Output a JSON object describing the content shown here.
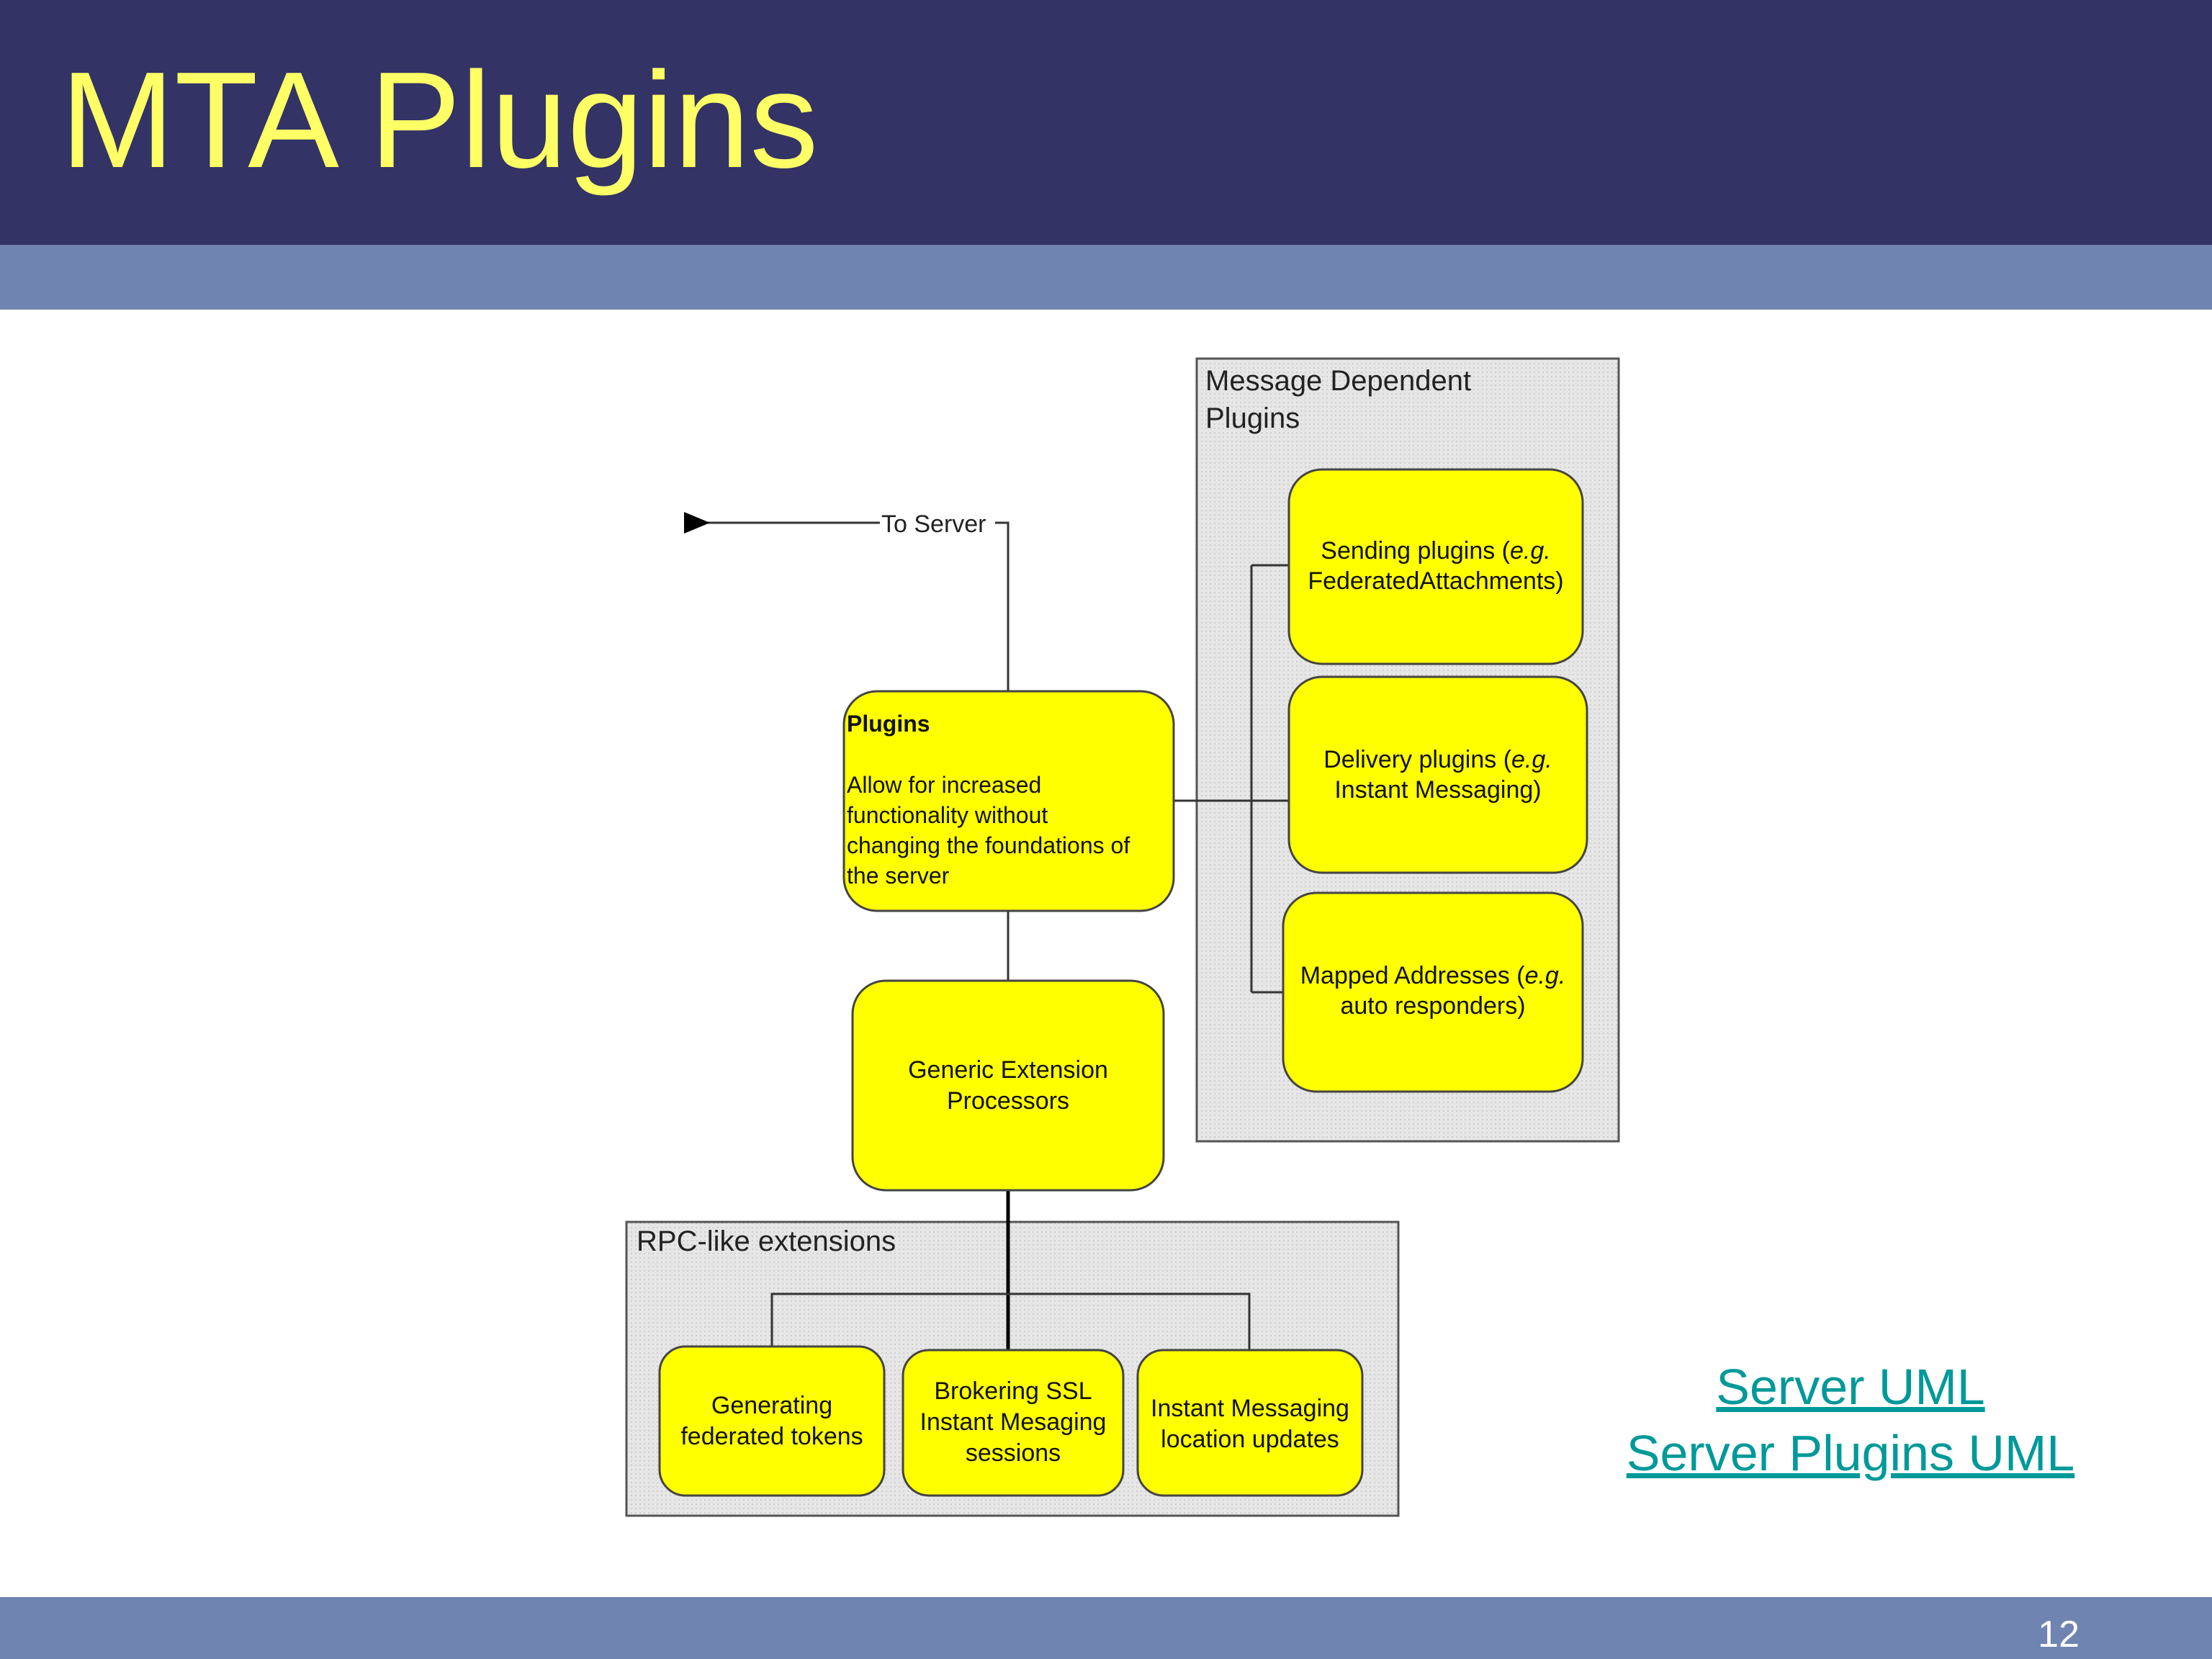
{
  "slide": {
    "title": "MTA Plugins",
    "page_number": "12"
  },
  "diagram": {
    "arrow_label": "To Server",
    "groups": {
      "message_dependent": {
        "line1": "Message Dependent",
        "line2": "Plugins"
      },
      "rpc": {
        "label": "RPC-like extensions"
      }
    },
    "plugins_box": {
      "title": "Plugins",
      "lines": [
        "Allow for increased",
        "functionality without",
        "changing the foundations of",
        "the server"
      ]
    },
    "generic_box": {
      "lines": [
        "Generic Extension",
        "Processors"
      ]
    },
    "sending_box": {
      "line1_prefix": "Sending plugins (",
      "line1_italic": "e.g.",
      "line2": "FederatedAttachments)"
    },
    "delivery_box": {
      "line1_prefix": "Delivery plugins (",
      "line1_italic": "e.g.",
      "line2": "Instant Messaging)"
    },
    "mapped_box": {
      "line1_prefix": "Mapped Addresses (",
      "line1_italic": "e.g.",
      "line2": "auto responders)"
    },
    "rpc_boxes": [
      {
        "lines": [
          "Generating",
          "federated tokens"
        ]
      },
      {
        "lines": [
          "Brokering SSL",
          "Instant Mesaging",
          "sessions"
        ]
      },
      {
        "lines": [
          "Instant Messaging",
          "location updates"
        ]
      }
    ]
  },
  "links": {
    "server_uml": "Server UML",
    "server_plugins_uml": "Server Plugins UML"
  },
  "colors": {
    "header": "#333366",
    "title": "#ffff66",
    "bars": "#6f84b0",
    "box_fill": "#ffff00",
    "group_fill": "#e4e4e4",
    "link": "#009999"
  }
}
